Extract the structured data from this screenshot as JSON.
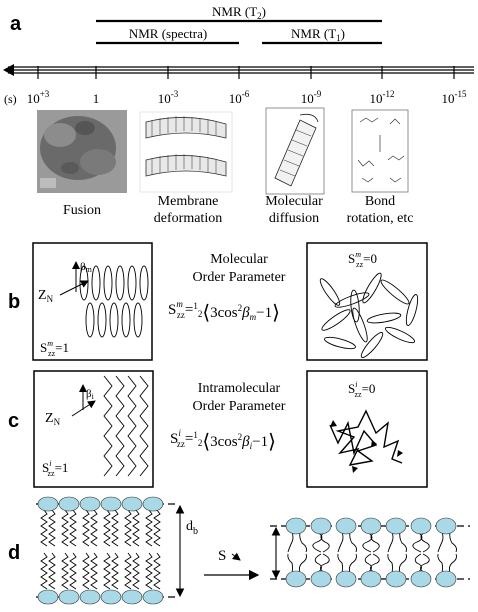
{
  "panels": {
    "a": "a",
    "b": "b",
    "c": "c",
    "d": "d"
  },
  "timescale": {
    "bars": {
      "t2": "NMR (T",
      "t2_sub": "2",
      "t2_close": ")",
      "spectra": "NMR (spectra)",
      "t1": "NMR (T",
      "t1_sub": "1",
      "t1_close": ")"
    },
    "unit": "(s)",
    "ticks": [
      {
        "base": "10",
        "exp": "+3"
      },
      {
        "base": "1",
        "exp": ""
      },
      {
        "base": "10",
        "exp": "-3"
      },
      {
        "base": "10",
        "exp": "-6"
      },
      {
        "base": "10",
        "exp": "-9"
      },
      {
        "base": "10",
        "exp": "-12"
      },
      {
        "base": "10",
        "exp": "-15"
      }
    ],
    "processes": [
      {
        "line1": "Fusion",
        "line2": ""
      },
      {
        "line1": "Membrane",
        "line2": "deformation"
      },
      {
        "line1": "Molecular",
        "line2": "diffusion"
      },
      {
        "line1": "Bond",
        "line2": "rotation, etc"
      }
    ]
  },
  "panel_b": {
    "axis": "Z",
    "axis_sub": "N",
    "angle": "β",
    "angle_sub": "m",
    "ordered_label": "S",
    "ordered_sup": "m",
    "ordered_sub": "zz",
    "ordered_val": "=1",
    "title_line1": "Molecular",
    "title_line2": "Order Parameter",
    "formula_S": "S",
    "formula_sup": "m",
    "formula_sub": "zz",
    "formula_eq": "=",
    "formula_half_num": "1",
    "formula_half_den": "2",
    "formula_body": "3cos",
    "formula_sq": "2",
    "formula_beta": "β",
    "formula_beta_sub": "m",
    "formula_tail": "−1",
    "disordered_label": "S",
    "disordered_sup": "m",
    "disordered_sub": "zz",
    "disordered_val": "=0"
  },
  "panel_c": {
    "axis": "Z",
    "axis_sub": "N",
    "angle": "β",
    "angle_sub": "i",
    "ordered_label": "S",
    "ordered_sup": "i",
    "ordered_sub": "zz",
    "ordered_val": "=1",
    "title_line1": "Intramolecular",
    "title_line2": "Order Parameter",
    "formula_S": "S",
    "formula_sup": "i",
    "formula_sub": "zz",
    "formula_eq": "=",
    "formula_half_num": "1",
    "formula_half_den": "2",
    "formula_body": "3cos",
    "formula_sq": "2",
    "formula_beta": "β",
    "formula_beta_sub": "i",
    "formula_tail": "−1",
    "disordered_label": "S",
    "disordered_sup": "i",
    "disordered_sub": "zz",
    "disordered_val": "=0"
  },
  "panel_d": {
    "thickness": "d",
    "thickness_sub": "b",
    "arrow_label": "S",
    "headgroup_color": "#a9d8e6"
  }
}
